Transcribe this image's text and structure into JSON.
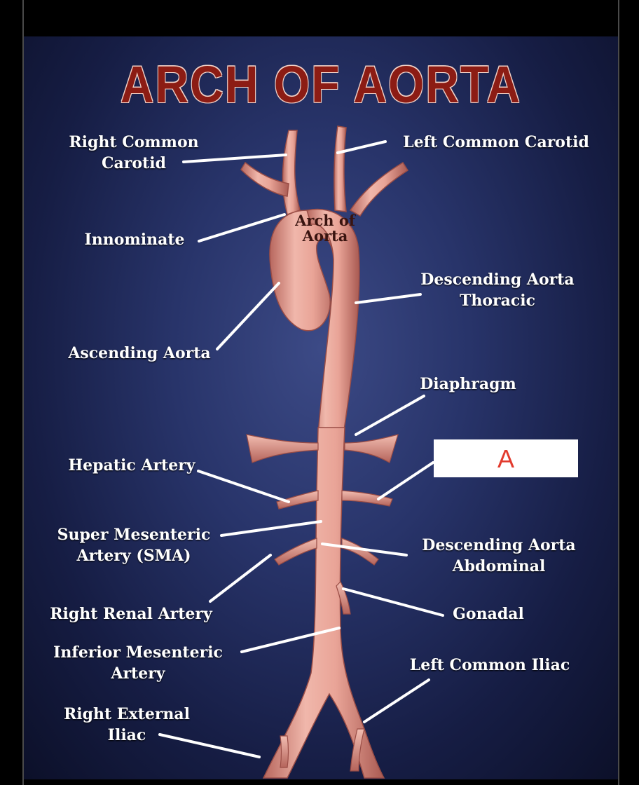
{
  "title": "ARCH OF AORTA",
  "labels": {
    "right_common_carotid": [
      "Right Common",
      "Carotid"
    ],
    "left_common_carotid": [
      "Left Common Carotid"
    ],
    "arch_of_aorta": [
      "Arch of",
      "Aorta"
    ],
    "innominate": [
      "Innominate"
    ],
    "descending_aorta_thoracic": [
      "Descending Aorta",
      "Thoracic"
    ],
    "ascending_aorta": [
      "Ascending Aorta"
    ],
    "diaphragm": [
      "Diaphragm"
    ],
    "hepatic_artery": [
      "Hepatic Artery"
    ],
    "super_mesenteric": [
      "Super Mesenteric",
      "Artery (SMA)"
    ],
    "descending_aorta_abdominal": [
      "Descending Aorta",
      "Abdominal"
    ],
    "right_renal_artery": [
      "Right Renal Artery"
    ],
    "gonadal": [
      "Gonadal"
    ],
    "inferior_mesenteric": [
      "Inferior Mesenteric",
      "Artery"
    ],
    "left_common_iliac": [
      "Left Common Iliac"
    ],
    "right_external_iliac": [
      "Right External",
      "Iliac"
    ]
  },
  "answer_box": {
    "text": "A"
  },
  "colors": {
    "background": "#1c2552",
    "title": "#8c1c14",
    "artery": "#e8a99e",
    "leader_line": "#ffffff",
    "answer_text": "#e23b2e"
  }
}
